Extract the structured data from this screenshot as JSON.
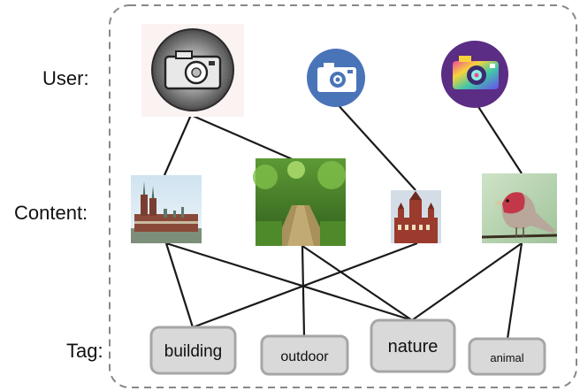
{
  "rows": {
    "user": "User:",
    "content": "Content:",
    "tag": "Tag:"
  },
  "users": [
    {
      "name": "sketch-camera",
      "style": "sketch"
    },
    {
      "name": "blue-camera",
      "style": "blue",
      "bg": "#4a74b8"
    },
    {
      "name": "purple-camera",
      "style": "purple",
      "bg": "#5b2d84"
    }
  ],
  "contents": [
    {
      "name": "cathedral",
      "subject": "church towers by water"
    },
    {
      "name": "forest-path",
      "subject": "green forest path"
    },
    {
      "name": "red-building",
      "subject": "red brick building"
    },
    {
      "name": "bird",
      "subject": "finch on branch"
    }
  ],
  "tags": [
    {
      "label": "building"
    },
    {
      "label": "outdoor"
    },
    {
      "label": "nature"
    },
    {
      "label": "animal"
    }
  ],
  "edges_user_content": [
    [
      "sketch-camera",
      "cathedral"
    ],
    [
      "sketch-camera",
      "forest-path"
    ],
    [
      "blue-camera",
      "red-building"
    ],
    [
      "purple-camera",
      "bird"
    ]
  ],
  "edges_content_tag": [
    [
      "cathedral",
      "building"
    ],
    [
      "cathedral",
      "nature"
    ],
    [
      "forest-path",
      "outdoor"
    ],
    [
      "forest-path",
      "nature"
    ],
    [
      "red-building",
      "building"
    ],
    [
      "bird",
      "nature"
    ],
    [
      "bird",
      "animal"
    ]
  ],
  "colors": {
    "line": "#1a1a1a",
    "tag_fill": "#d9d9d9",
    "tag_stroke": "#a6a6a6",
    "border": "#888888"
  }
}
